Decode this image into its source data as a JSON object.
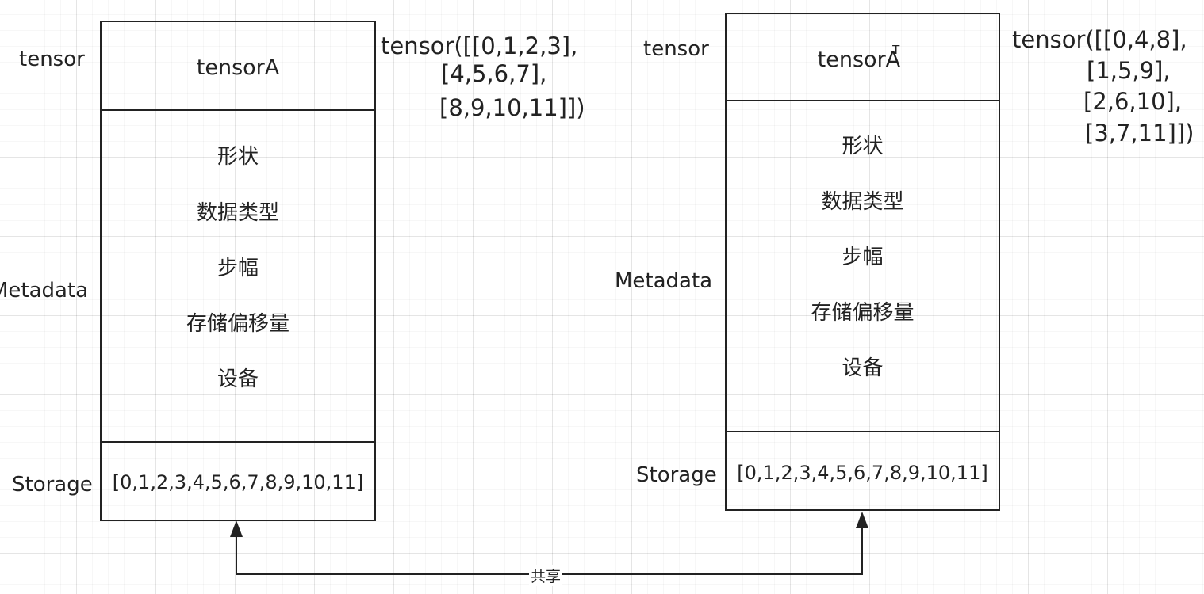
{
  "left": {
    "tensor_label": "tensor",
    "metadata_label": "Metadata",
    "storage_label": "Storage",
    "title": "tensorA",
    "metadata_items": [
      "形状",
      "数据类型",
      "步幅",
      "存储偏移量",
      "设备"
    ],
    "storage_values": "[0,1,2,3,4,5,6,7,8,9,10,11]",
    "code_lines": [
      "tensor([[0,1,2,3],",
      "[4,5,6,7],",
      "[8,9,10,11]])"
    ]
  },
  "right": {
    "tensor_label": "tensor",
    "metadata_label": "Metadata",
    "storage_label": "Storage",
    "title": "tensorA",
    "title_superscript": "T",
    "metadata_items": [
      "形状",
      "数据类型",
      "步幅",
      "存储偏移量",
      "设备"
    ],
    "storage_values": "[0,1,2,3,4,5,6,7,8,9,10,11]",
    "code_lines": [
      "tensor([[0,4,8],",
      "[1,5,9],",
      "[2,6,10],",
      "[3,7,11]])"
    ]
  },
  "connector": {
    "label": "共享"
  }
}
